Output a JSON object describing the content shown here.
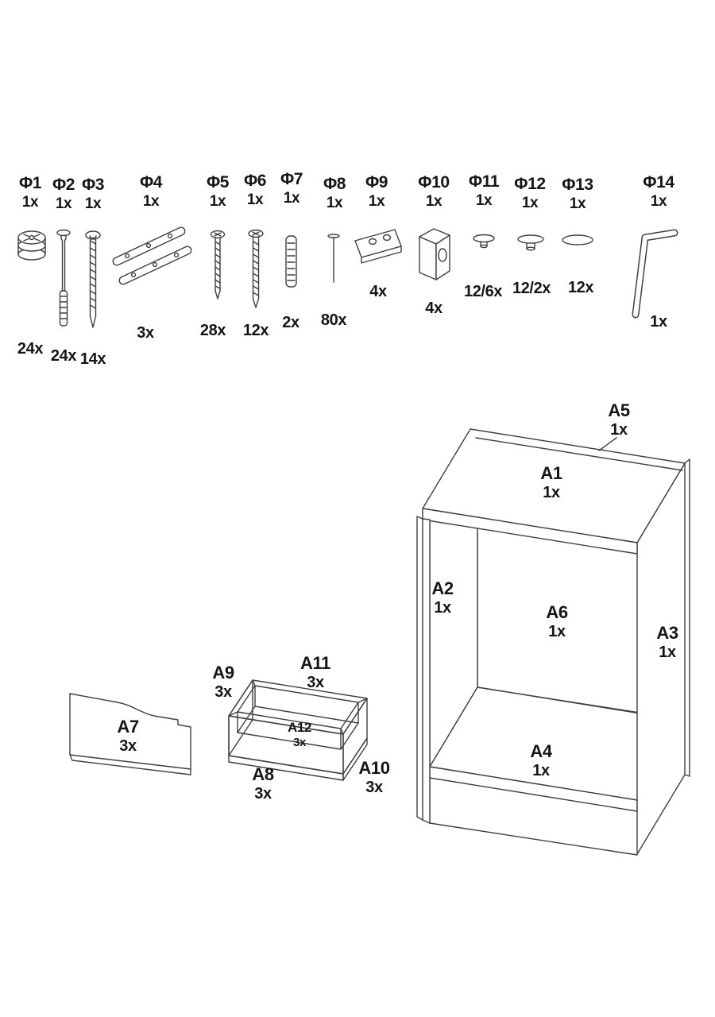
{
  "hardware": {
    "items": [
      {
        "code": "Φ1",
        "unit": "1x",
        "qty": "24x",
        "icon": "cam-lock"
      },
      {
        "code": "Φ2",
        "unit": "1x",
        "qty": "24x",
        "icon": "cam-bolt"
      },
      {
        "code": "Φ3",
        "unit": "1x",
        "qty": "14x",
        "icon": "long-screw"
      },
      {
        "code": "Φ4",
        "unit": "1x",
        "qty": "3x",
        "icon": "drawer-slides"
      },
      {
        "code": "Φ5",
        "unit": "1x",
        "qty": "28x",
        "icon": "screw"
      },
      {
        "code": "Φ6",
        "unit": "1x",
        "qty": "12x",
        "icon": "screw-large"
      },
      {
        "code": "Φ7",
        "unit": "1x",
        "qty": "2x",
        "icon": "wooden-dowel"
      },
      {
        "code": "Φ8",
        "unit": "1x",
        "qty": "80x",
        "icon": "nail"
      },
      {
        "code": "Φ9",
        "unit": "1x",
        "qty": "4x",
        "icon": "flat-bracket"
      },
      {
        "code": "Φ10",
        "unit": "1x",
        "qty": "4x",
        "icon": "corner-bracket"
      },
      {
        "code": "Φ11",
        "unit": "1x",
        "qty": "12/6x",
        "icon": "cover-cap-small"
      },
      {
        "code": "Φ12",
        "unit": "1x",
        "qty": "12/2x",
        "icon": "cover-cap"
      },
      {
        "code": "Φ13",
        "unit": "1x",
        "qty": "12x",
        "icon": "cover-cap-flat"
      },
      {
        "code": "Φ14",
        "unit": "1x",
        "qty": "1x",
        "icon": "allen-key"
      }
    ]
  },
  "panels": {
    "items": [
      {
        "code": "A1",
        "qty": "1x"
      },
      {
        "code": "A2",
        "qty": "1x"
      },
      {
        "code": "A3",
        "qty": "1x"
      },
      {
        "code": "A4",
        "qty": "1x"
      },
      {
        "code": "A5",
        "qty": "1x"
      },
      {
        "code": "A6",
        "qty": "1x"
      },
      {
        "code": "A7",
        "qty": "3x"
      },
      {
        "code": "A8",
        "qty": "3x"
      },
      {
        "code": "A9",
        "qty": "3x"
      },
      {
        "code": "A10",
        "qty": "3x"
      },
      {
        "code": "A11",
        "qty": "3x"
      },
      {
        "code": "A12",
        "qty": "3x"
      }
    ]
  }
}
